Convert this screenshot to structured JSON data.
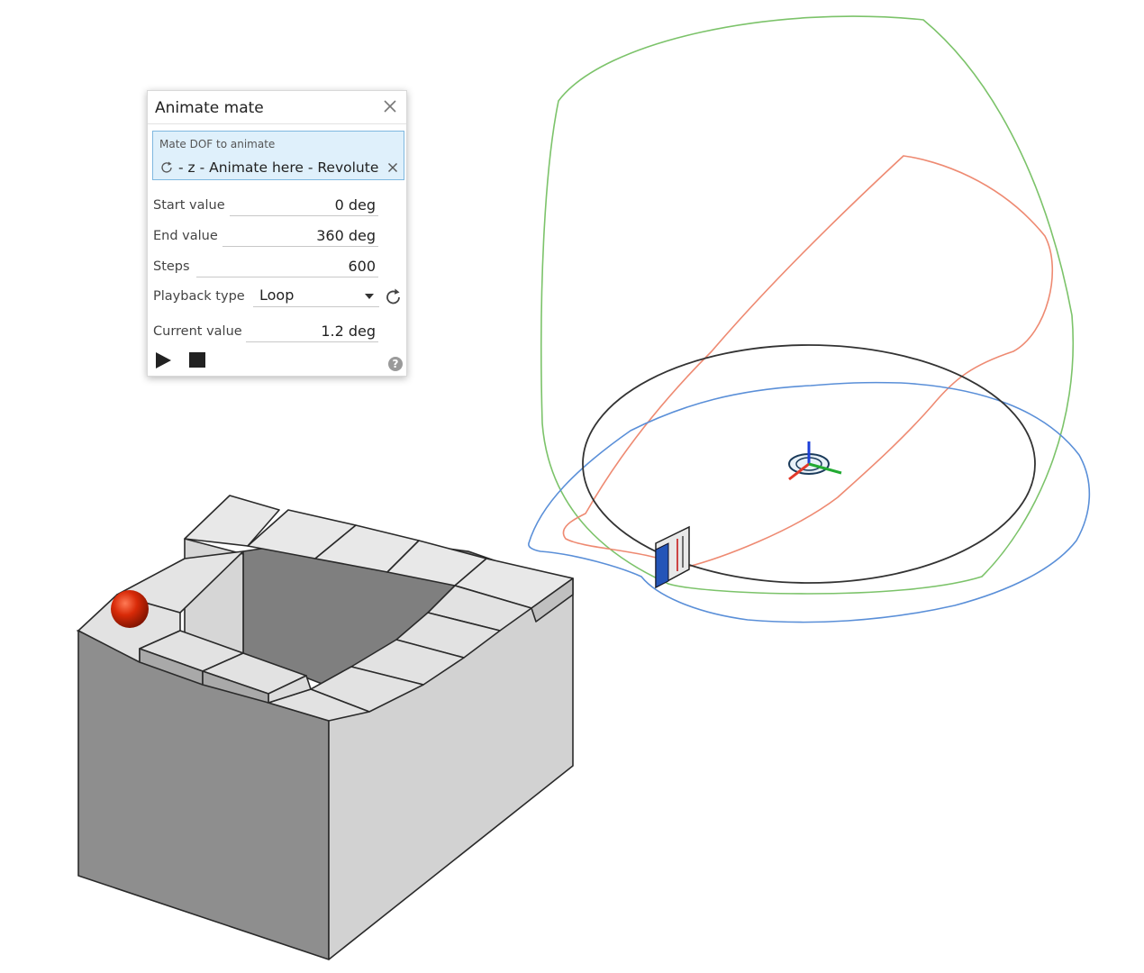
{
  "panel": {
    "title": "Animate mate",
    "close_icon": "close-icon",
    "dof": {
      "label": "Mate DOF to animate",
      "value": "- z - Animate here - Revolute",
      "icon": "revolute-rotate-icon",
      "remove_icon": "close-icon"
    },
    "start": {
      "label": "Start value",
      "value": "0 deg"
    },
    "end": {
      "label": "End value",
      "value": "360 deg"
    },
    "steps": {
      "label": "Steps",
      "value": "600"
    },
    "playback": {
      "label": "Playback type",
      "value": "Loop",
      "reset_icon": "reset-arrow-icon"
    },
    "current": {
      "label": "Current value",
      "value": "1.2 deg"
    },
    "controls": {
      "play_icon": "play-icon",
      "stop_icon": "stop-icon",
      "help": "?"
    }
  },
  "colors": {
    "dof_highlight": "#dff0fb",
    "dof_border": "#7fb8e0",
    "path_green": "#7cc36a",
    "path_orange": "#ee8a72",
    "path_blue": "#5a8fd8",
    "path_black": "#333333",
    "ball_red": "#cc2200",
    "stair_light": "#e6e6e6",
    "stair_side": "#bdbdbd",
    "stair_front": "#d0d0d0"
  }
}
